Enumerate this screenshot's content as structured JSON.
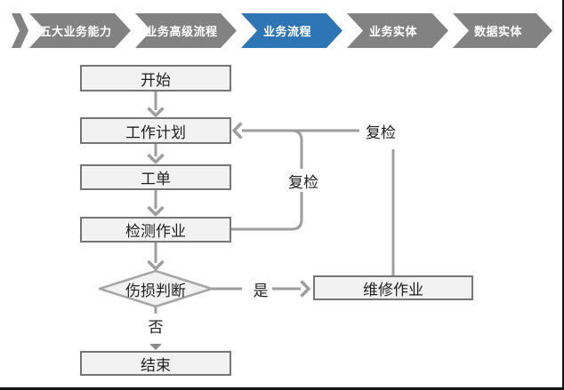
{
  "breadcrumb": {
    "steps": [
      {
        "label": "五大业务能力",
        "active": false
      },
      {
        "label": "业务高级流程",
        "active": false
      },
      {
        "label": "业务流程",
        "active": true
      },
      {
        "label": "业务实体",
        "active": false
      },
      {
        "label": "数据实体",
        "active": false
      }
    ],
    "colors": {
      "active": "#2E75B6",
      "inactive": "#828282",
      "text": "#ffffff"
    }
  },
  "flowchart": {
    "nodes": [
      {
        "id": "start",
        "label": "开始",
        "type": "process"
      },
      {
        "id": "plan",
        "label": "工作计划",
        "type": "process"
      },
      {
        "id": "order",
        "label": "工单",
        "type": "process"
      },
      {
        "id": "inspect",
        "label": "检测作业",
        "type": "process"
      },
      {
        "id": "decision",
        "label": "伤损判断",
        "type": "decision"
      },
      {
        "id": "repair",
        "label": "维修作业",
        "type": "process"
      },
      {
        "id": "end",
        "label": "结束",
        "type": "process"
      }
    ],
    "edge_labels": {
      "recheck_left": "复检",
      "recheck_right": "复检",
      "yes": "是",
      "no": "否"
    },
    "colors": {
      "node_fill": "#f2f2f2",
      "node_border": "#767676",
      "diamond_border": "#a6a6a6",
      "connector": "#9e9e9e",
      "frame_border": "#141414"
    }
  }
}
